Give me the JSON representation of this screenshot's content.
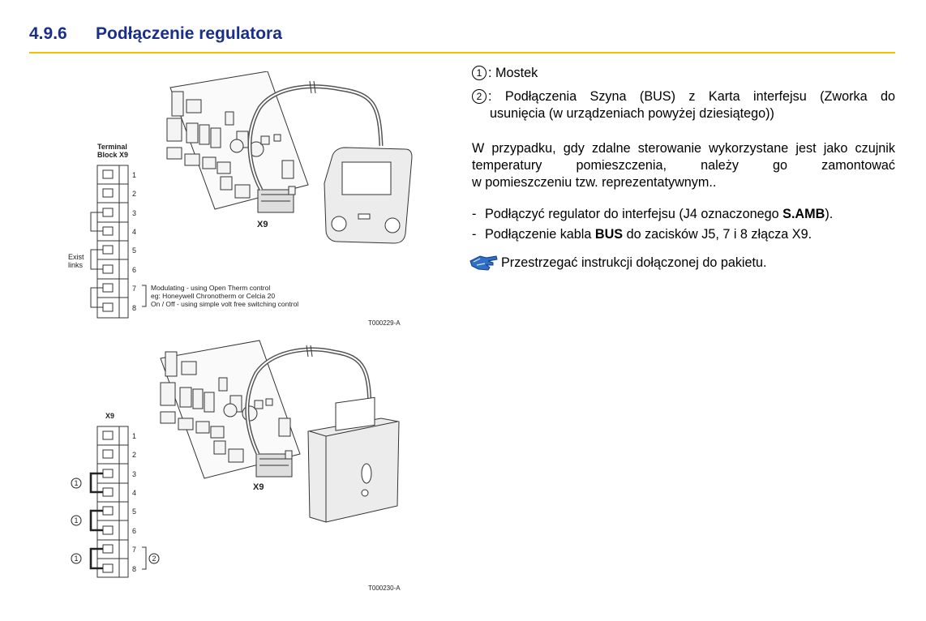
{
  "heading": {
    "number": "4.9.6",
    "title": "Podłączenie regulatora"
  },
  "figure1": {
    "block_title_1": "Terminal",
    "block_title_2": "Block X9",
    "terminals": [
      "1",
      "2",
      "3",
      "4",
      "5",
      "6",
      "7",
      "8"
    ],
    "exist_links_1": "Exist",
    "exist_links_2": "links",
    "connector_label": "X9",
    "annotation_1": "Modulating - using Open Therm control",
    "annotation_2": "eg: Honeywell Chronotherm or Celcia 20",
    "annotation_3": "On / Off - using simple volt free switching control",
    "code": "T000229-A"
  },
  "figure2": {
    "block_title": "X9",
    "terminals": [
      "1",
      "2",
      "3",
      "4",
      "5",
      "6",
      "7",
      "8"
    ],
    "bridge_callout": "1",
    "bus_callout": "2",
    "connector_label": "X9",
    "code": "T000230-A"
  },
  "callouts": [
    {
      "num": "1",
      "text": ": Mostek"
    },
    {
      "num": "2",
      "line1": ": Podłączenia Szyna (BUS) z Karta interfejsu (Zworka do",
      "line2": "usunięcia (w urządzeniach powyżej dziesiątego))"
    }
  ],
  "paragraph": {
    "line1": "W przypadku, gdy zdalne sterowanie wykorzystane jest jako czujnik",
    "line2": "temperatury pomieszczenia, należy go zamontować",
    "line3": "w pomieszczeniu tzw. reprezentatywnym.."
  },
  "bullets": [
    {
      "dash": "-",
      "pre": "Podłączyć regulator do interfejsu (J4 oznaczonego ",
      "bold": "S.AMB",
      "post": ")."
    },
    {
      "dash": "-",
      "pre": "Podłączenie kabla ",
      "bold": "BUS",
      "post": " do zacisków J5, 7 i 8 złącza X9."
    }
  ],
  "note": {
    "icon": "hand-pointer-icon",
    "text": "Przestrzegać instrukcji dołączonej do pakietu."
  },
  "colors": {
    "heading": "#1a2f8a",
    "rule": "#f2c200",
    "note_icon": "#2f6fc6"
  }
}
